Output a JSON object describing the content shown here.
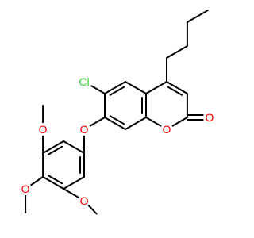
{
  "molecule": {
    "atoms": {
      "cl": {
        "label": "Cl",
        "color": "#33cc33"
      },
      "o_ether": {
        "label": "O",
        "color": "#ff0000"
      },
      "o_ring": {
        "label": "O",
        "color": "#ff0000"
      },
      "o_carbonyl": {
        "label": "O",
        "color": "#ff0000"
      },
      "o_methoxy_top": {
        "label": "O",
        "color": "#ff0000"
      },
      "o_methoxy_mid": {
        "label": "O",
        "color": "#ff0000"
      },
      "o_methoxy_bot": {
        "label": "O",
        "color": "#ff0000"
      }
    }
  }
}
